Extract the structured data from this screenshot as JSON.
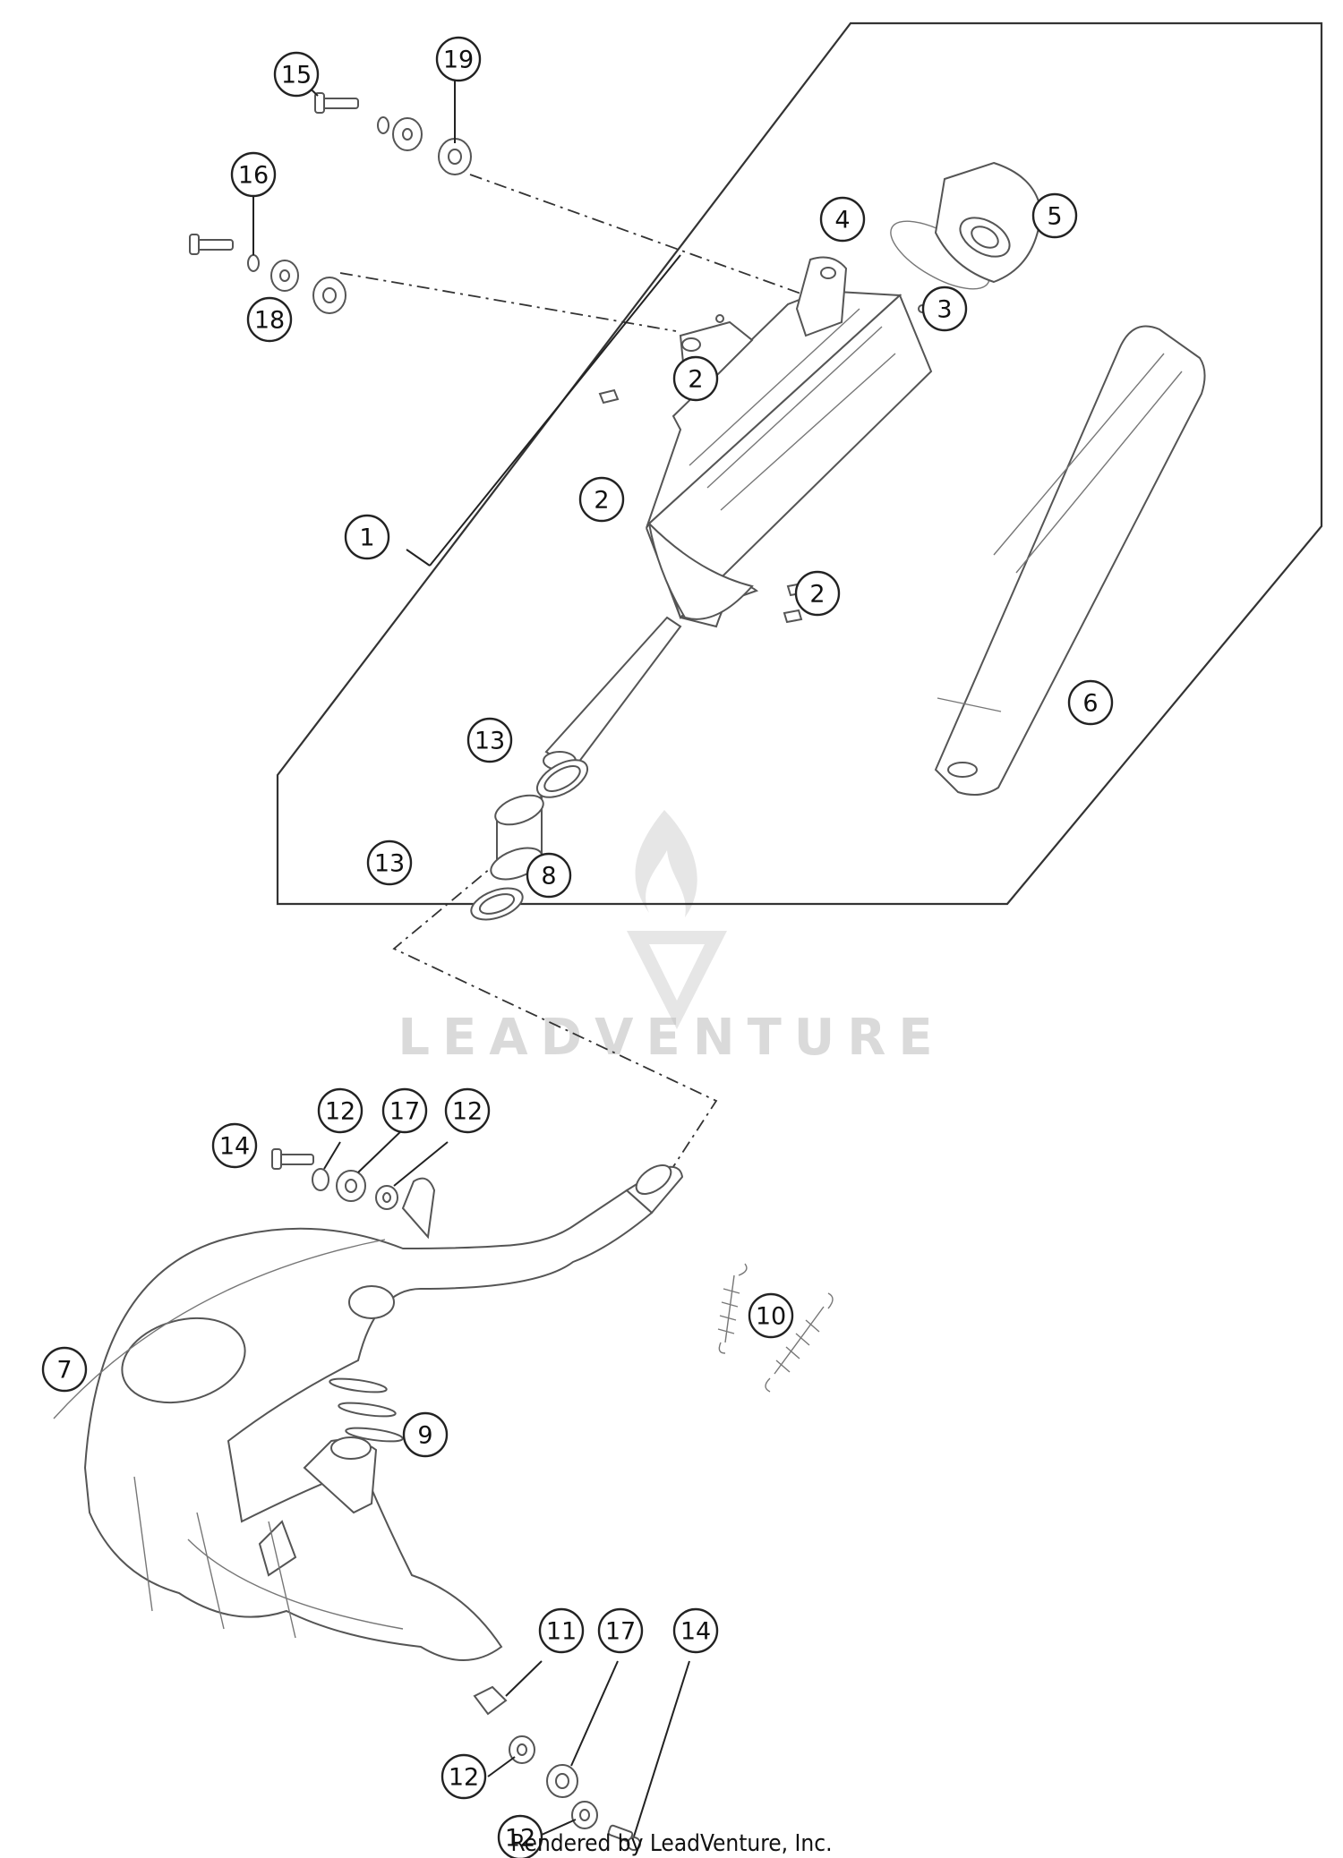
{
  "callouts": [
    {
      "number": "1"
    },
    {
      "number": "2"
    },
    {
      "number": "2"
    },
    {
      "number": "2"
    },
    {
      "number": "3"
    },
    {
      "number": "4"
    },
    {
      "number": "5"
    },
    {
      "number": "6"
    },
    {
      "number": "7"
    },
    {
      "number": "8"
    },
    {
      "number": "9"
    },
    {
      "number": "10"
    },
    {
      "number": "11"
    },
    {
      "number": "12"
    },
    {
      "number": "12"
    },
    {
      "number": "12"
    },
    {
      "number": "12"
    },
    {
      "number": "13"
    },
    {
      "number": "13"
    },
    {
      "number": "14"
    },
    {
      "number": "14"
    },
    {
      "number": "15"
    },
    {
      "number": "16"
    },
    {
      "number": "17"
    },
    {
      "number": "17"
    },
    {
      "number": "18"
    },
    {
      "number": "19"
    }
  ],
  "watermark": {
    "text": "LEADVENTURE"
  },
  "footer": {
    "text": "Rendered by LeadVenture, Inc."
  }
}
